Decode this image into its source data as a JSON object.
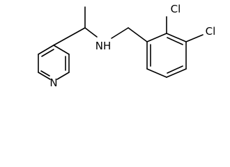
{
  "molecule": {
    "atoms": {
      "N_pyridine": "N",
      "N_amine": "NH",
      "Cl_2": "Cl",
      "Cl_3": "Cl"
    }
  },
  "colors": {
    "bond": "#000000",
    "label": "#000000",
    "background": "#ffffff"
  }
}
